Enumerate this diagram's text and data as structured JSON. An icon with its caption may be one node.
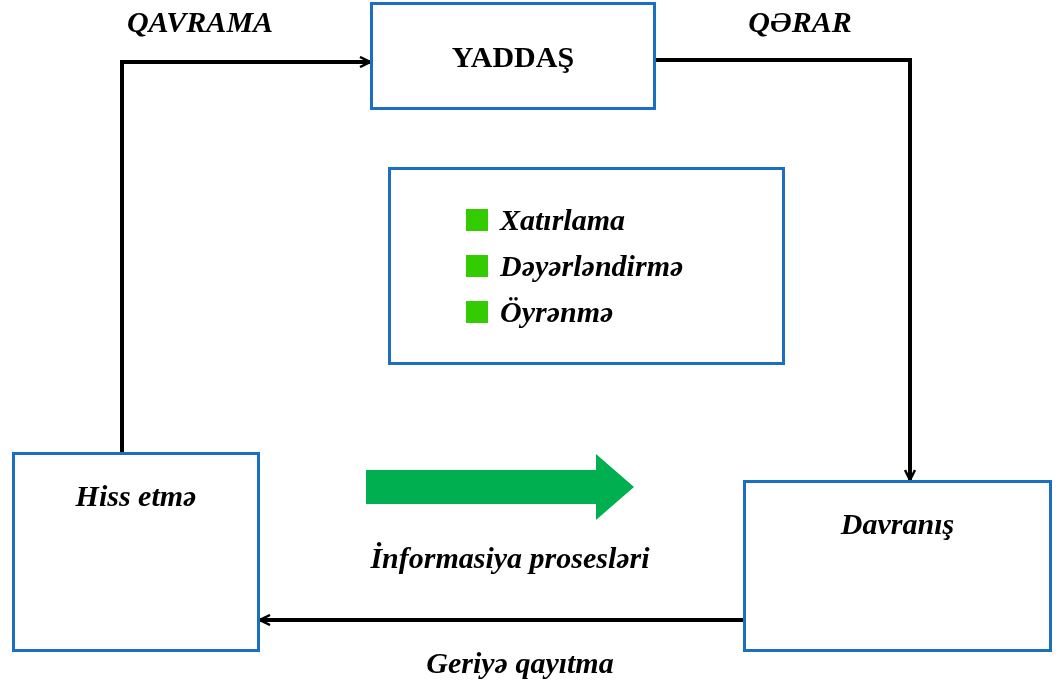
{
  "diagram": {
    "nodes": [
      {
        "text": [
          "YADDAŞ"
        ]
      },
      {
        "text": [
          "Xatırlama",
          "Dəyərləndirmə",
          "Öyrənmə"
        ]
      },
      {
        "text": [
          "Hiss etmə"
        ]
      },
      {
        "text": [
          "Davranış"
        ]
      }
    ],
    "edges": [
      {
        "from": 2,
        "to": 0,
        "arrow": "to",
        "label": "QAVRAMA"
      },
      {
        "from": 0,
        "to": 3,
        "arrow": "to",
        "label": "QƏRAR"
      },
      {
        "from": 3,
        "to": 2,
        "arrow": "to",
        "label": "Geriyə qayıtma"
      }
    ],
    "labels": [
      "İnformasiya prosesləri"
    ]
  }
}
